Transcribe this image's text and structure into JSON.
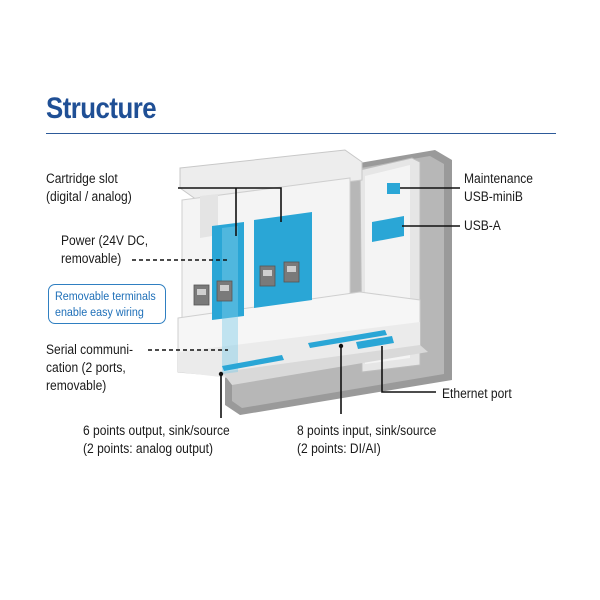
{
  "title": "Structure",
  "labels": {
    "cartridge_slot": [
      "Cartridge slot",
      "(digital / analog)"
    ],
    "power": [
      "Power (24V DC,",
      "removable)"
    ],
    "callout": [
      "Removable terminals",
      "enable easy wiring"
    ],
    "serial": [
      "Serial communi-",
      "cation (2 ports,",
      "removable)"
    ],
    "output": [
      "6 points output, sink/source",
      "(2 points: analog output)"
    ],
    "input": [
      "8 points input, sink/source",
      "(2 points: DI/AI)"
    ],
    "maintenance": [
      "Maintenance",
      "USB-miniB"
    ],
    "usb_a": [
      "USB-A"
    ],
    "ethernet": [
      "Ethernet port"
    ]
  },
  "colors": {
    "title": "#1f4f95",
    "accent": "#2aa6d6",
    "device_light": "#f1f1f1",
    "device_shadow": "#9e9e9e"
  }
}
